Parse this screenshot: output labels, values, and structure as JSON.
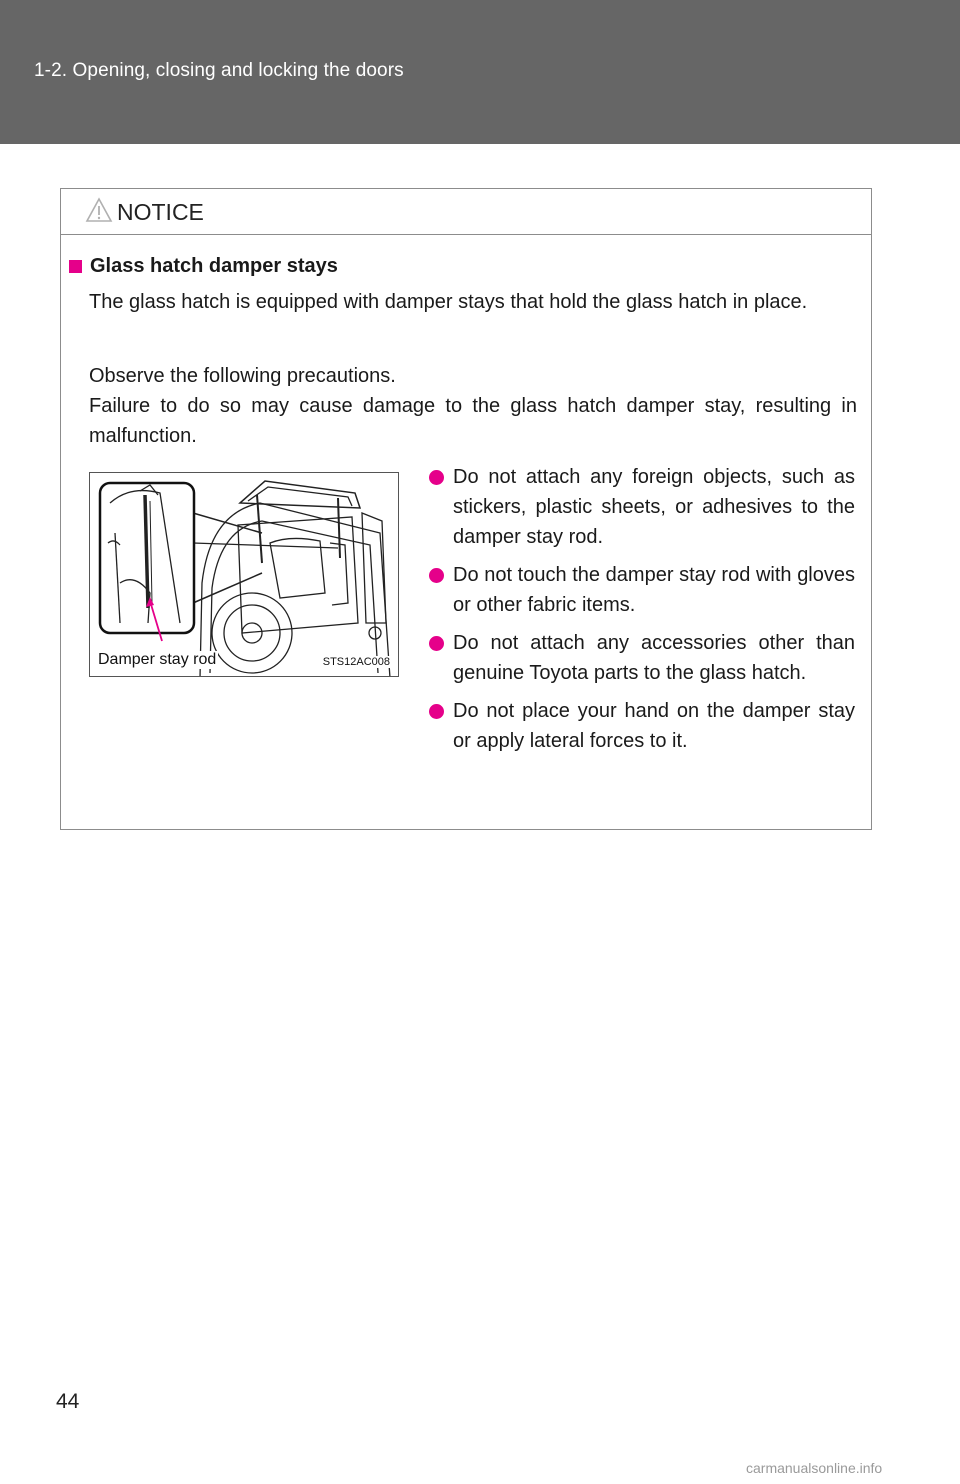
{
  "header": {
    "section": "1-2. Opening, closing and locking the doors"
  },
  "notice": {
    "title": "NOTICE",
    "subheading": "Glass hatch damper stays",
    "paragraph1": "The glass hatch is equipped with damper stays that hold the glass hatch in place.",
    "paragraph2_line1": "Observe the following precautions.",
    "paragraph2_line2": "Failure to do so may cause damage to the glass hatch damper stay, resulting in malfunction.",
    "figure": {
      "caption": "Damper stay rod",
      "code": "STS12AC008"
    },
    "bullets": [
      "Do not attach any foreign objects, such as stickers, plastic sheets, or adhesives to the damper stay rod.",
      "Do not touch the damper stay rod with gloves or other fabric items.",
      "Do not attach any accessories other than genuine Toyota parts to the glass hatch.",
      "Do not place your hand on the damper stay or apply lateral forces to it."
    ]
  },
  "page_number": "44",
  "watermark": "carmanualsonline.info",
  "colors": {
    "header": "#666666",
    "accent": "#e5008a",
    "border": "#8c8c8c"
  }
}
